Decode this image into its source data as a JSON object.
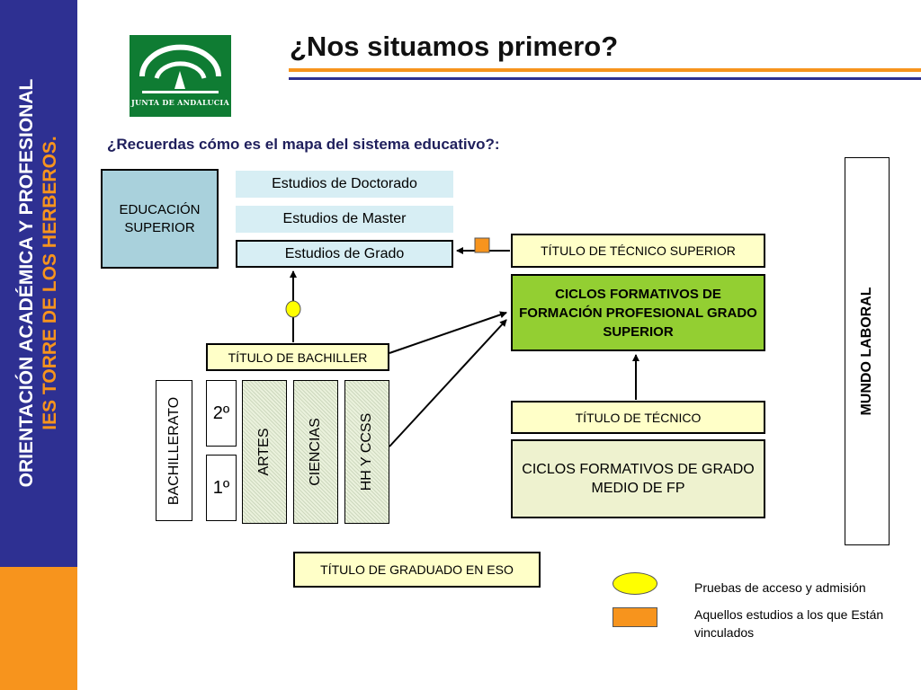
{
  "sidebar": {
    "line1": "ORIENTACIÓN  ACADÉMICA Y PROFESIONAL",
    "line2": "IES TORRE DE LOS HERBEROS."
  },
  "logo": {
    "text": "JUNTA DE ANDALUCIA"
  },
  "title": "¿Nos situamos primero?",
  "subtitle": "¿Recuerdas cómo es el mapa del sistema educativo?:",
  "boxes": {
    "educacion_superior": "EDUCACIÓN SUPERIOR",
    "doctorado": "Estudios de Doctorado",
    "master": "Estudios de Master",
    "grado": "Estudios de Grado",
    "titulo_tecnico_superior": "TÍTULO DE  TÉCNICO SUPERIOR",
    "ciclos_grado_superior": "CICLOS FORMATIVOS DE FORMACIÓN PROFESIONAL GRADO SUPERIOR",
    "titulo_bachiller": "TÍTULO DE BACHILLER",
    "titulo_tecnico": "TÍTULO DE TÉCNICO",
    "ciclos_grado_medio": "CICLOS FORMATIVOS DE GRADO MEDIO DE FP",
    "titulo_graduado_eso": "TÍTULO DE GRADUADO EN ESO",
    "mundo_laboral": "MUNDO LABORAL",
    "bachillerato": "BACHILLERATO",
    "year2": "2º",
    "year1": "1º",
    "artes": "ARTES",
    "ciencias": "CIENCIAS",
    "hh_ccss": "HH Y CCSS"
  },
  "legend": {
    "oval_text": "Pruebas de acceso y admisión",
    "square_text": "Aquellos estudios a los que Están vinculados"
  },
  "colors": {
    "sidebar": "#2e3092",
    "accent": "#f7941d",
    "grado_superior": "#93cf32",
    "titulo": "#ffffc8",
    "estudios": "#d7eef4",
    "marker_oval": "#ffff00",
    "marker_square": "#f7941d"
  }
}
